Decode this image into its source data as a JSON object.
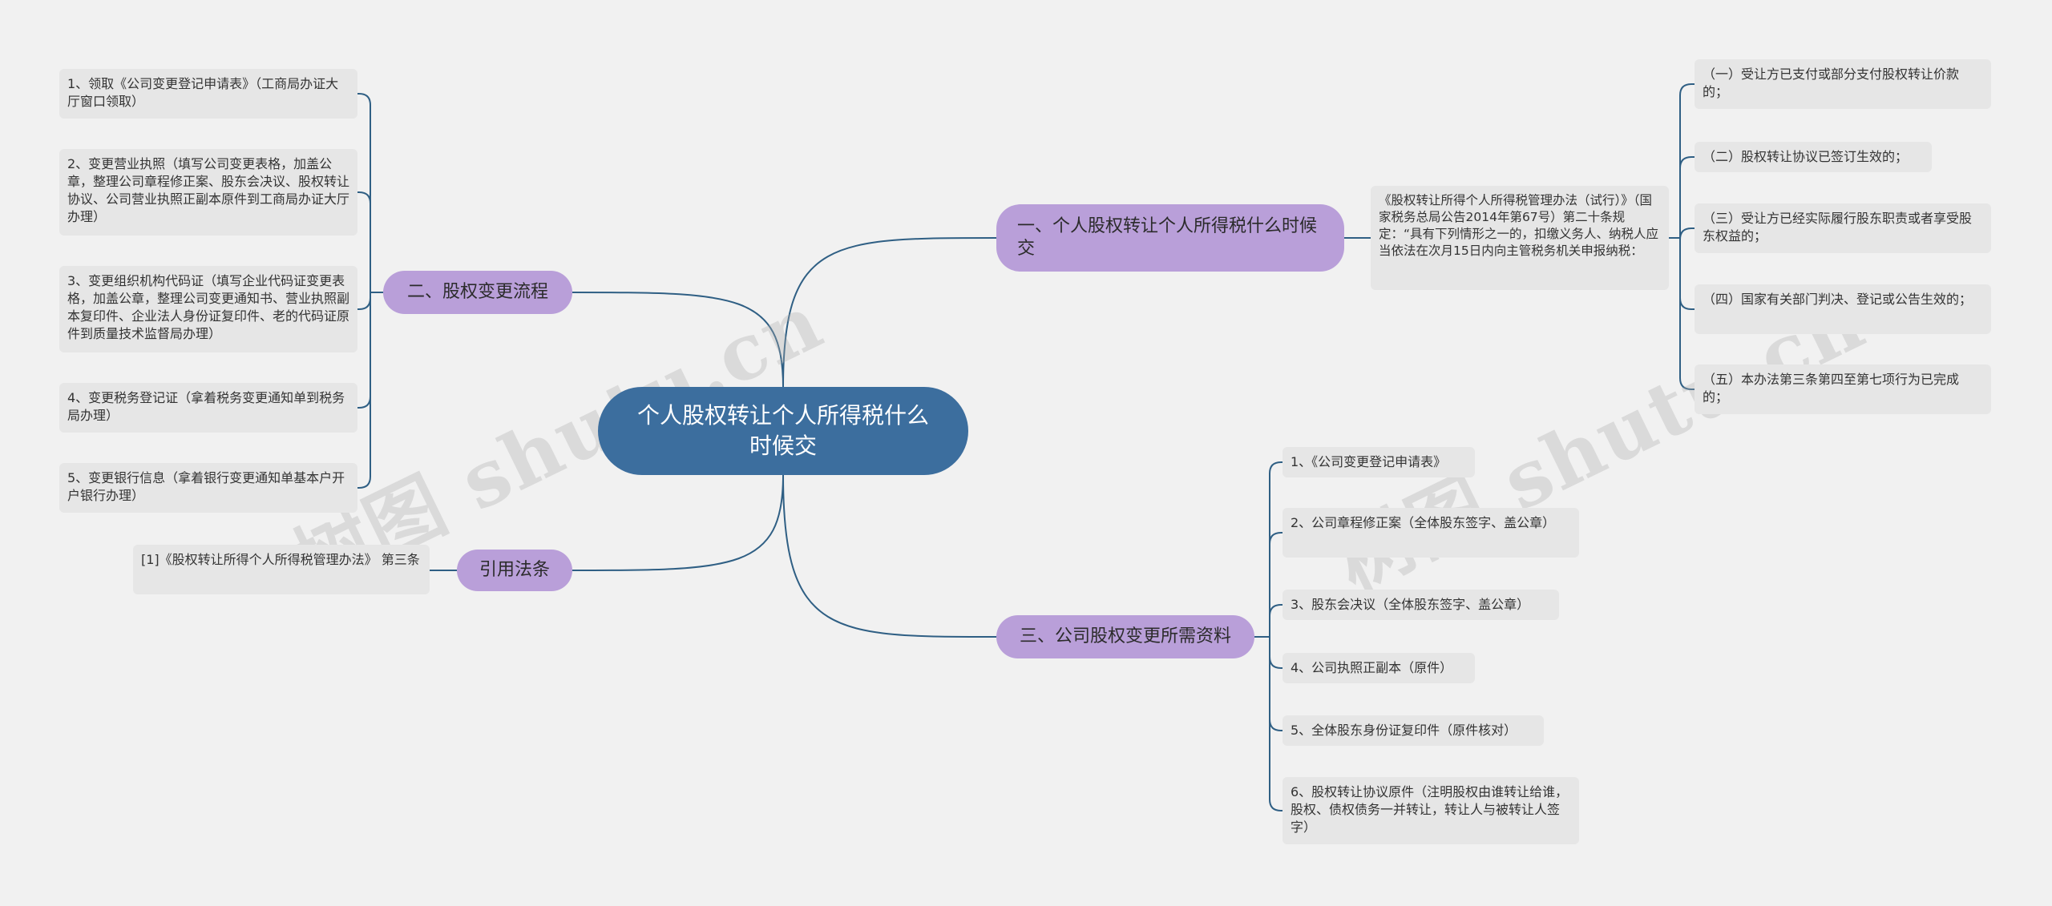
{
  "colors": {
    "background": "#f1f1f1",
    "root": "#3c6e9e",
    "branch": "#b99fd9",
    "leaf": "#e6e6e6",
    "line": "#2f5f84"
  },
  "watermark": "树图 shutu.cn",
  "root": {
    "label": "个人股权转让个人所得税什么时候交"
  },
  "branches": {
    "b1": {
      "label": "一、个人股权转让个人所得税什么时候交",
      "detail": "《股权转让所得个人所得税管理办法（试行）》（国家税务总局公告2014年第67号）第二十条规定：“具有下列情形之一的，扣缴义务人、纳税人应当依法在次月15日内向主管税务机关申报纳税：",
      "items": [
        "（一）受让方已支付或部分支付股权转让价款的；",
        "（二）股权转让协议已签订生效的；",
        "（三）受让方已经实际履行股东职责或者享受股东权益的；",
        "（四）国家有关部门判决、登记或公告生效的；",
        "（五）本办法第三条第四至第七项行为已完成的；"
      ]
    },
    "b2": {
      "label": "二、股权变更流程",
      "items": [
        "1、领取《公司变更登记申请表》（工商局办证大厅窗口领取）",
        "2、变更营业执照（填写公司变更表格，加盖公章，整理公司章程修正案、股东会决议、股权转让协议、公司营业执照正副本原件到工商局办证大厅办理）",
        "3、变更组织机构代码证（填写企业代码证变更表格，加盖公章，整理公司变更通知书、营业执照副本复印件、企业法人身份证复印件、老的代码证原件到质量技术监督局办理）",
        "4、变更税务登记证（拿着税务变更通知单到税务局办理）",
        "5、变更银行信息（拿着银行变更通知单基本户开户银行办理）"
      ]
    },
    "b3": {
      "label": "三、公司股权变更所需资料",
      "items": [
        "1、《公司变更登记申请表》",
        "2、公司章程修正案（全体股东签字、盖公章）",
        "3、股东会决议（全体股东签字、盖公章）",
        "4、公司执照正副本（原件）",
        "5、全体股东身份证复印件（原件核对）",
        "6、股权转让协议原件（注明股权由谁转让给谁，股权、债权债务一并转让，转让人与被转让人签字）"
      ]
    },
    "b4": {
      "label": "引用法条",
      "items": [
        "[1]《股权转让所得个人所得税管理办法》 第三条"
      ]
    }
  }
}
